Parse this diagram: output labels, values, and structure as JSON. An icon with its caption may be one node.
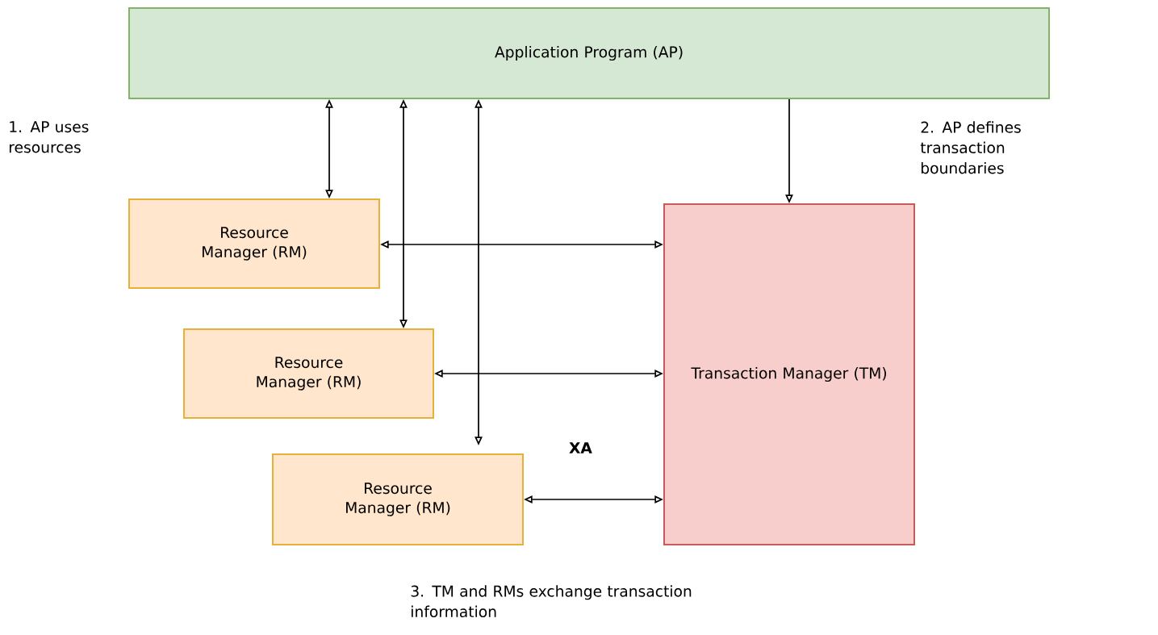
{
  "diagram": {
    "nodes": [
      {
        "text": [
          "Application Program (AP)"
        ]
      },
      {
        "text": [
          "Resource Manager (RM)"
        ]
      },
      {
        "text": [
          "Resource Manager (RM)"
        ]
      },
      {
        "text": [
          "Resource Manager (RM)"
        ]
      },
      {
        "text": [
          "Transaction Manager (TM)"
        ]
      }
    ],
    "edges": [
      {
        "from": 0,
        "to": 1,
        "arrow": "both"
      },
      {
        "from": 0,
        "to": 2,
        "arrow": "both"
      },
      {
        "from": 0,
        "to": 3,
        "arrow": "both"
      },
      {
        "from": 0,
        "to": 4,
        "arrow": "to"
      },
      {
        "from": 1,
        "to": 4,
        "arrow": "both"
      },
      {
        "from": 2,
        "to": 4,
        "arrow": "both"
      },
      {
        "from": 3,
        "to": 4,
        "arrow": "both"
      }
    ],
    "labels": [
      "1. AP uses resources",
      "2. AP defines transaction boundaries",
      "XA",
      "3. TM and RMs exchange transaction information"
    ]
  }
}
